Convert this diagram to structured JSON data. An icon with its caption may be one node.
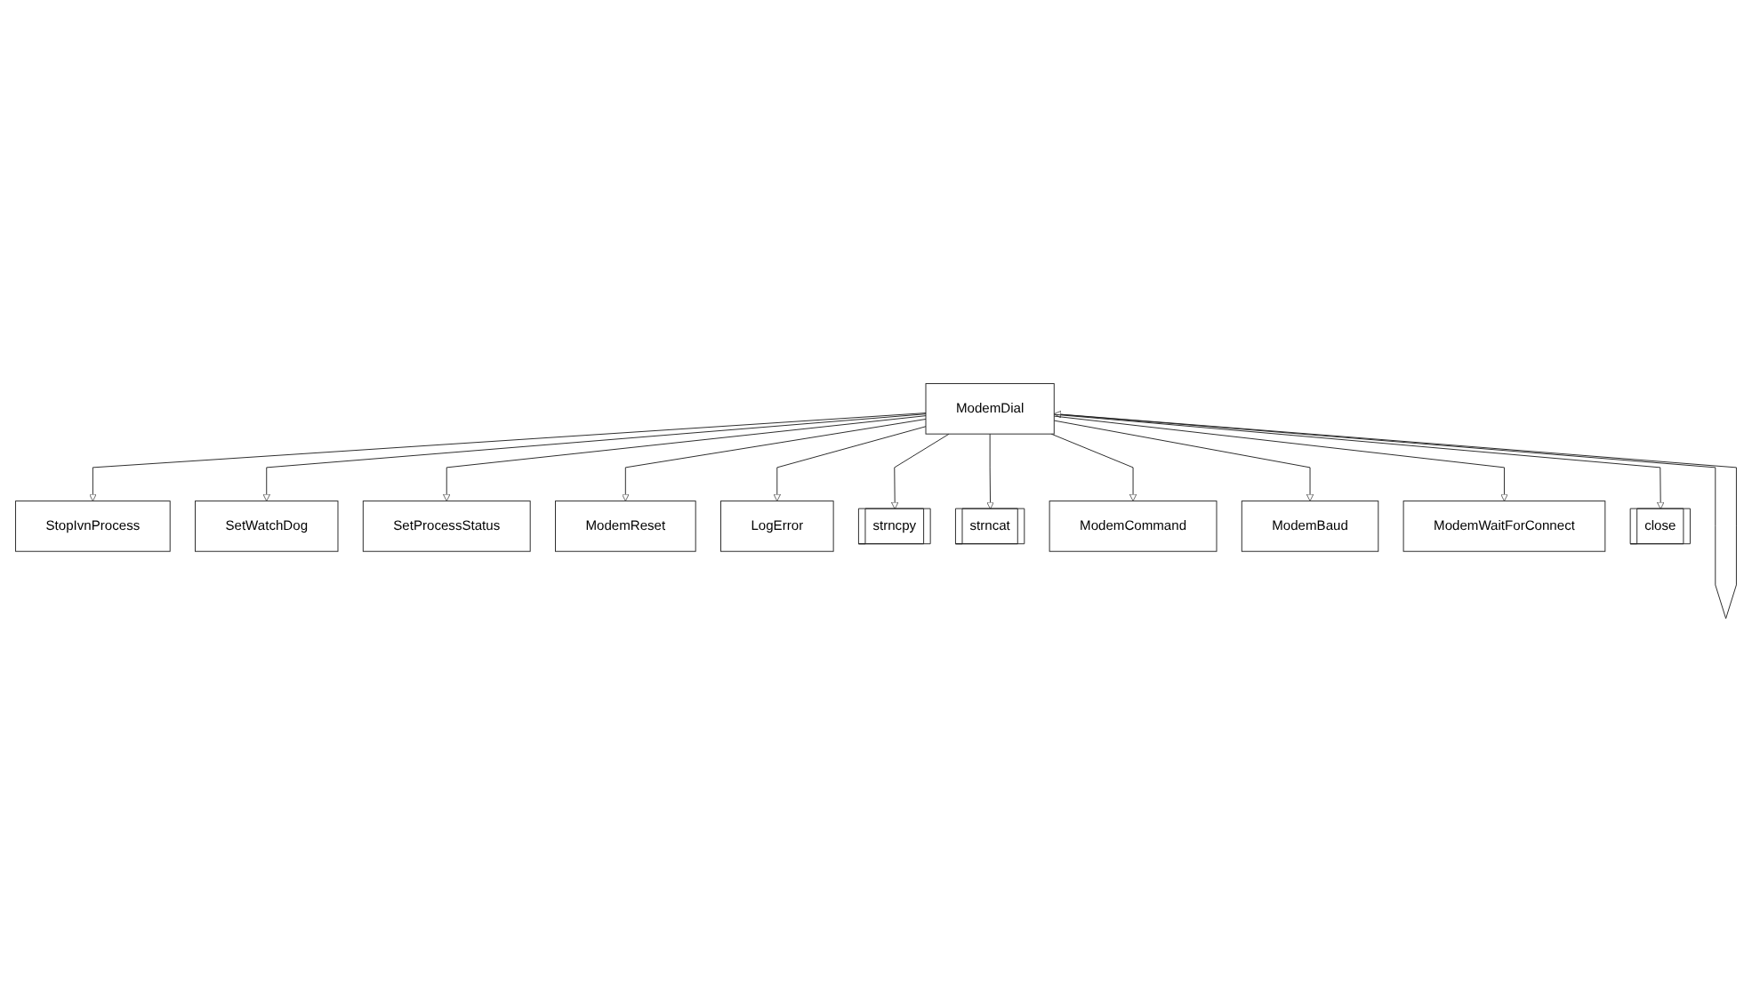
{
  "diagram": {
    "nodes": [
      {
        "text": [
          "ModemDial"
        ]
      },
      {
        "text": [
          "StopIvnProcess"
        ]
      },
      {
        "text": [
          "SetWatchDog"
        ]
      },
      {
        "text": [
          "SetProcessStatus"
        ]
      },
      {
        "text": [
          "ModemReset"
        ]
      },
      {
        "text": [
          "LogError"
        ]
      },
      {
        "text": [
          "strncpy"
        ]
      },
      {
        "text": [
          "strncat"
        ]
      },
      {
        "text": [
          "ModemCommand"
        ]
      },
      {
        "text": [
          "ModemBaud"
        ]
      },
      {
        "text": [
          "ModemWaitForConnect"
        ]
      },
      {
        "text": [
          "close"
        ]
      }
    ],
    "edges": [
      {
        "from": 0,
        "to": 0,
        "arrow": "to"
      },
      {
        "from": 0,
        "to": 1,
        "arrow": "to"
      },
      {
        "from": 0,
        "to": 2,
        "arrow": "to"
      },
      {
        "from": 0,
        "to": 3,
        "arrow": "to"
      },
      {
        "from": 0,
        "to": 4,
        "arrow": "to"
      },
      {
        "from": 0,
        "to": 5,
        "arrow": "to"
      },
      {
        "from": 0,
        "to": 6,
        "arrow": "to"
      },
      {
        "from": 0,
        "to": 7,
        "arrow": "to"
      },
      {
        "from": 0,
        "to": 8,
        "arrow": "to"
      },
      {
        "from": 0,
        "to": 9,
        "arrow": "to"
      },
      {
        "from": 0,
        "to": 10,
        "arrow": "to"
      },
      {
        "from": 0,
        "to": 11,
        "arrow": "to"
      }
    ]
  }
}
